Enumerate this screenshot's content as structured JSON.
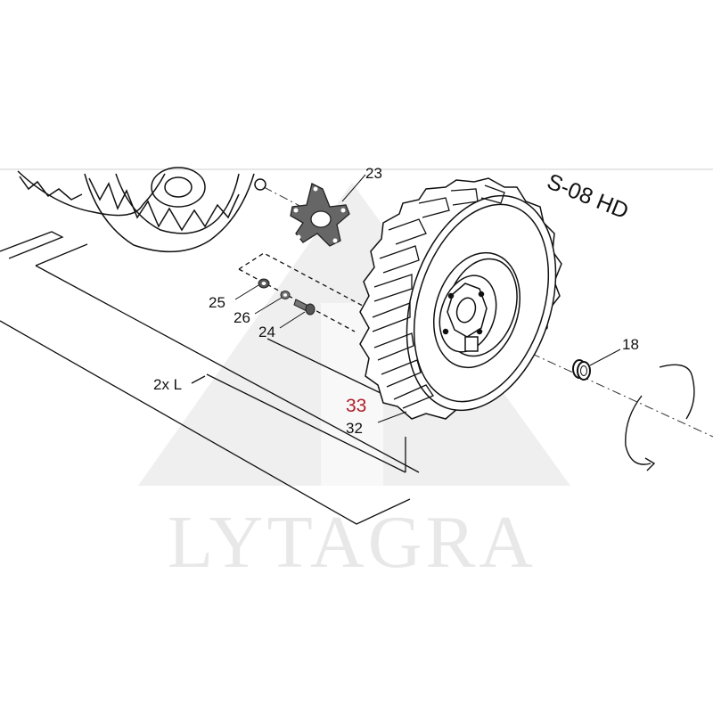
{
  "model_label": "S-08 HD",
  "length_label": "2x L",
  "watermark": "LYTAGRA",
  "part_labels": {
    "p23": "23",
    "p25": "25",
    "p26": "26",
    "p24": "24",
    "p18": "18",
    "p33": "33",
    "p32": "32"
  },
  "colors": {
    "line": "#111111",
    "highlight": "#b0202a",
    "watermark": "#e6e6e6",
    "part_fill": "#555555"
  }
}
